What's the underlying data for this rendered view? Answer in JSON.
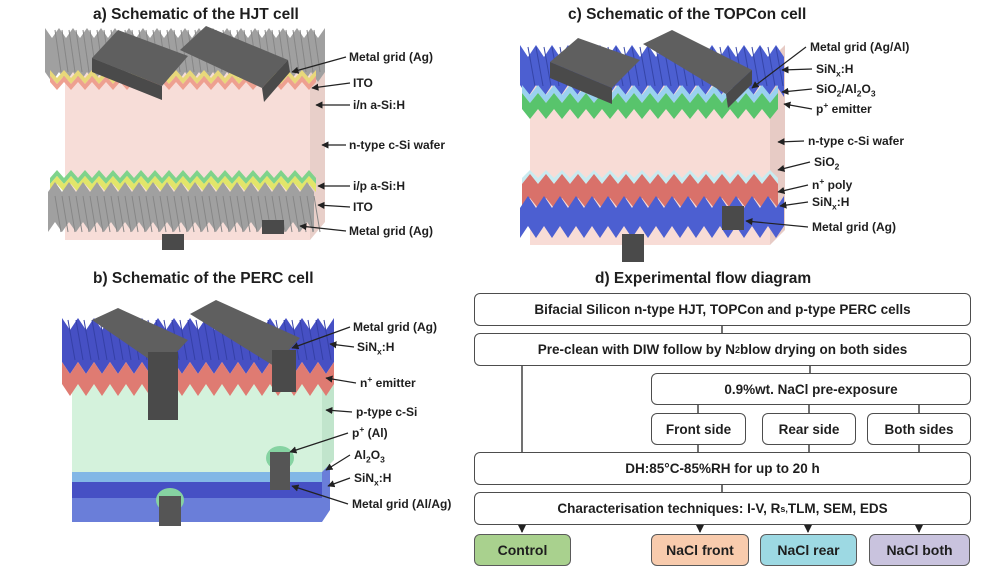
{
  "panels": {
    "hjt": {
      "title": "a) Schematic of the HJT cell",
      "labels": {
        "metal_top": "Metal grid (Ag)",
        "ito_top": "ITO",
        "in_asi": "i/n a-Si:H",
        "wafer": "n-type c-Si wafer",
        "ip_asi": "i/p a-Si:H",
        "ito_bottom": "ITO",
        "metal_bottom": "Metal grid (Ag)"
      }
    },
    "topcon": {
      "title": "c) Schematic of the TOPCon cell",
      "labels": {
        "metal_top": "Metal grid (Ag/Al)",
        "sinx_top": [
          "SiN",
          "x",
          ":H"
        ],
        "sio2al2o3": [
          "SiO",
          "2",
          "/Al",
          "2",
          "O",
          "3"
        ],
        "p_emitter": [
          "p",
          "+",
          " emitter"
        ],
        "wafer": "n-type c-Si wafer",
        "sio2": [
          "SiO",
          "2"
        ],
        "n_poly": [
          "n",
          "+",
          " poly"
        ],
        "sinx_bottom": [
          "SiN",
          "x",
          ":H"
        ],
        "metal_bottom": "Metal grid (Ag)"
      }
    },
    "perc": {
      "title": "b) Schematic of the PERC cell",
      "labels": {
        "metal_top": "Metal grid (Ag)",
        "sinx_top": [
          "SiN",
          "x",
          ":H"
        ],
        "n_emitter": [
          "n",
          "+",
          " emitter"
        ],
        "ptype": "p-type c-Si",
        "p_al": [
          "p",
          "+",
          " (Al)"
        ],
        "al2o3": [
          "Al",
          "2",
          "O",
          "3"
        ],
        "sinx_bottom": [
          "SiN",
          "x",
          ":H"
        ],
        "metal_bottom": "Metal grid (Al/Ag)"
      }
    }
  },
  "flow": {
    "title": "d) Experimental flow diagram",
    "step1": "Bifacial Silicon n-type HJT, TOPCon and p-type PERC cells",
    "step2": [
      "Pre-clean with DIW follow by N",
      "2",
      " blow drying on both sides"
    ],
    "step3": "0.9%wt. NaCl pre-exposure",
    "sides": [
      "Front side",
      "Rear side",
      "Both sides"
    ],
    "step5": "DH:85°C-85%RH for up to 20 h",
    "step6": [
      "Characterisation techniques: I-V, R",
      "s,",
      " TLM, SEM, EDS"
    ],
    "outcomes": [
      {
        "label": "Control",
        "color": "#a9d18e"
      },
      {
        "label": "NaCl front",
        "color": "#f8cbad"
      },
      {
        "label": "NaCl rear",
        "color": "#9dd9e3"
      },
      {
        "label": "NaCl both",
        "color": "#c9c3de"
      }
    ]
  },
  "colors": {
    "metal": "#5f5f5f",
    "hjt_texture": "#a0a0a0",
    "hjt_wafer": "#f7ddd8",
    "topcon_sinx": "#4c5fd1",
    "topcon_emitter": "#58c46c",
    "topcon_wafer": "#f8dcd6",
    "topcon_poly": "#d9716a",
    "perc_sinx": "#4650c4",
    "perc_emitter": "#df7b72",
    "perc_wafer": "#d4f2dc",
    "perc_al2o3": "#82b7e6"
  }
}
